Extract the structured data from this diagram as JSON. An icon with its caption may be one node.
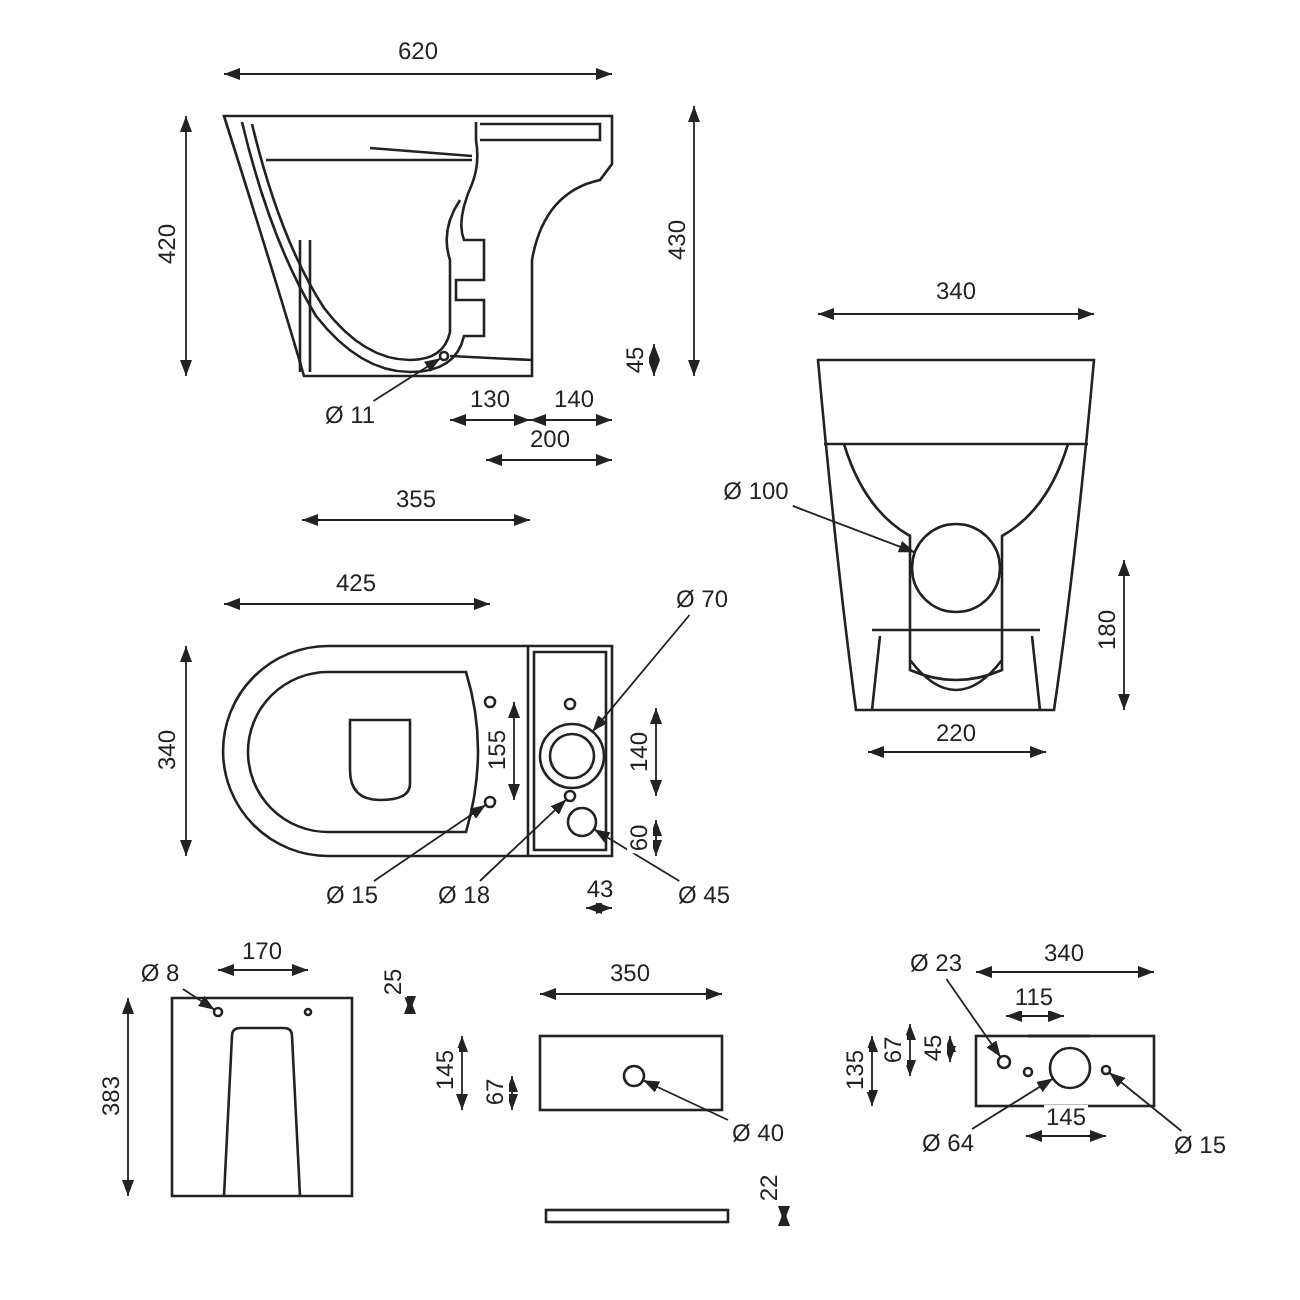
{
  "diagram": {
    "nodes": [
      {
        "text": [
          "Ø 11"
        ]
      },
      {
        "text": [
          "Ø 100"
        ]
      },
      {
        "text": [
          "Ø 70"
        ]
      },
      {
        "text": [
          "Ø 15"
        ]
      },
      {
        "text": [
          "Ø 18"
        ]
      },
      {
        "text": [
          "Ø 45"
        ]
      },
      {
        "text": [
          "Ø 8"
        ]
      },
      {
        "text": [
          "Ø 23"
        ]
      },
      {
        "text": [
          "Ø 40"
        ]
      },
      {
        "text": [
          "Ø 64"
        ]
      },
      {
        "text": [
          "Ø 15"
        ]
      },
      {
        "text": [],
        "shape": "circle"
      },
      {
        "text": [],
        "shape": "circle"
      },
      {
        "text": [],
        "shape": "circle"
      },
      {
        "text": [],
        "shape": "circle"
      },
      {
        "text": [],
        "shape": "circle"
      },
      {
        "text": [],
        "shape": "circle"
      },
      {
        "text": [],
        "shape": "circle"
      },
      {
        "text": [],
        "shape": "circle"
      },
      {
        "text": [],
        "shape": "circle"
      },
      {
        "text": [],
        "shape": "circle"
      },
      {
        "text": [],
        "shape": "circle"
      }
    ],
    "edges": [
      {
        "from": 0,
        "to": 11,
        "arrow": "to"
      },
      {
        "from": 1,
        "to": 12,
        "arrow": "to"
      },
      {
        "from": 2,
        "to": 13,
        "arrow": "to"
      },
      {
        "from": 3,
        "to": 14,
        "arrow": "to"
      },
      {
        "from": 4,
        "to": 15,
        "arrow": "to"
      },
      {
        "from": 5,
        "to": 16,
        "arrow": "to"
      },
      {
        "from": 6,
        "to": 17,
        "arrow": "to"
      },
      {
        "from": 7,
        "to": 18,
        "arrow": "to"
      },
      {
        "from": 8,
        "to": 19,
        "arrow": "to"
      },
      {
        "from": 9,
        "to": 20,
        "arrow": "to"
      },
      {
        "from": 10,
        "to": 21,
        "arrow": "to"
      }
    ],
    "labels": [
      "620",
      "420",
      "430",
      "340",
      "45",
      "130",
      "140",
      "200",
      "355",
      "180",
      "220",
      "425",
      "340",
      "155",
      "140",
      "60",
      "43",
      "170",
      "25",
      "350",
      "340",
      "115",
      "383",
      "145",
      "67",
      "135",
      "67",
      "45",
      "145",
      "22"
    ]
  }
}
